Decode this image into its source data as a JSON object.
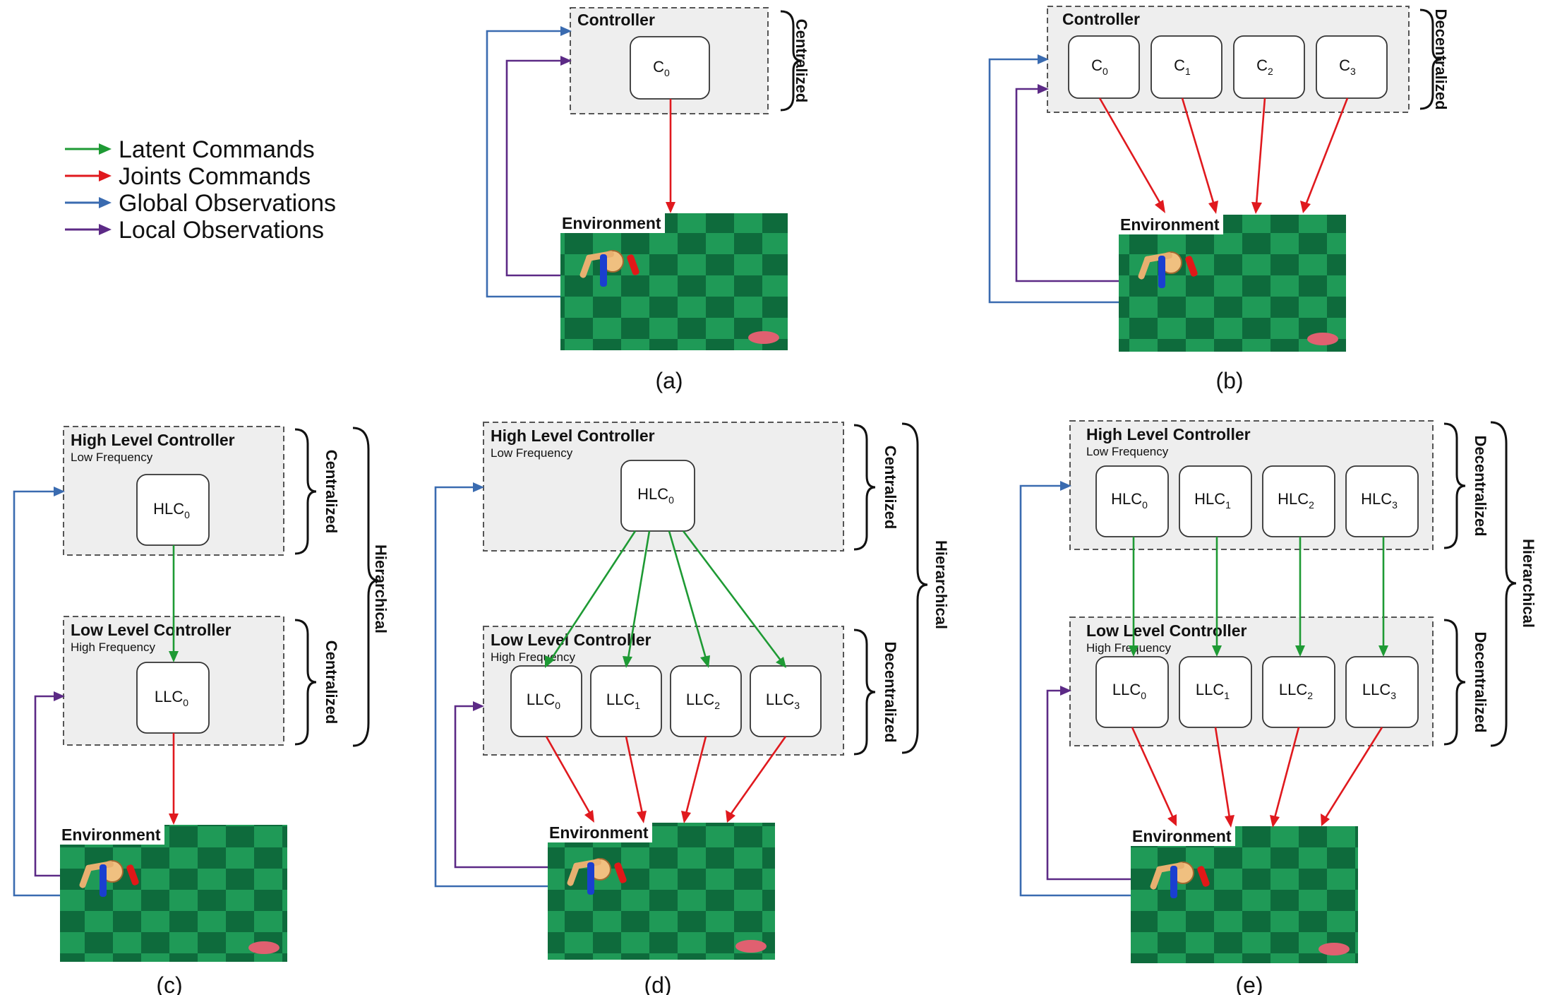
{
  "colors": {
    "latent": "#1e9a34",
    "joints": "#e0191e",
    "global": "#3a6bb0",
    "local": "#5c2a86",
    "panel_fill": "#eeeeee",
    "panel_stroke": "#555555",
    "floor_dark": "#0e6b3c",
    "floor_light": "#1f9a57"
  },
  "legend": [
    {
      "label": "Latent Commands",
      "color_key": "latent"
    },
    {
      "label": "Joints Commands",
      "color_key": "joints"
    },
    {
      "label": "Global Observations",
      "color_key": "global"
    },
    {
      "label": "Local Observations",
      "color_key": "local"
    }
  ],
  "labels": {
    "controller": "Controller",
    "high_level_controller": "High Level Controller",
    "low_frequency": "Low Frequency",
    "low_level_controller": "Low Level Controller",
    "high_frequency": "High Frequency",
    "environment": "Environment",
    "centralized": "Centralized",
    "decentralized": "Decentralized",
    "hierarchical": "Hierarchical"
  },
  "panels": {
    "a": {
      "caption": "(a)",
      "controllers": [
        {
          "base": "C",
          "sub": "0"
        }
      ]
    },
    "b": {
      "caption": "(b)",
      "controllers": [
        {
          "base": "C",
          "sub": "0"
        },
        {
          "base": "C",
          "sub": "1"
        },
        {
          "base": "C",
          "sub": "2"
        },
        {
          "base": "C",
          "sub": "3"
        }
      ]
    },
    "c": {
      "caption": "(c)",
      "high": [
        {
          "base": "HLC",
          "sub": "0"
        }
      ],
      "low": [
        {
          "base": "LLC",
          "sub": "0"
        }
      ]
    },
    "d": {
      "caption": "(d)",
      "high": [
        {
          "base": "HLC",
          "sub": "0"
        }
      ],
      "low": [
        {
          "base": "LLC",
          "sub": "0"
        },
        {
          "base": "LLC",
          "sub": "1"
        },
        {
          "base": "LLC",
          "sub": "2"
        },
        {
          "base": "LLC",
          "sub": "3"
        }
      ]
    },
    "e": {
      "caption": "(e)",
      "high": [
        {
          "base": "HLC",
          "sub": "0"
        },
        {
          "base": "HLC",
          "sub": "1"
        },
        {
          "base": "HLC",
          "sub": "2"
        },
        {
          "base": "HLC",
          "sub": "3"
        }
      ],
      "low": [
        {
          "base": "LLC",
          "sub": "0"
        },
        {
          "base": "LLC",
          "sub": "1"
        },
        {
          "base": "LLC",
          "sub": "2"
        },
        {
          "base": "LLC",
          "sub": "3"
        }
      ]
    }
  }
}
